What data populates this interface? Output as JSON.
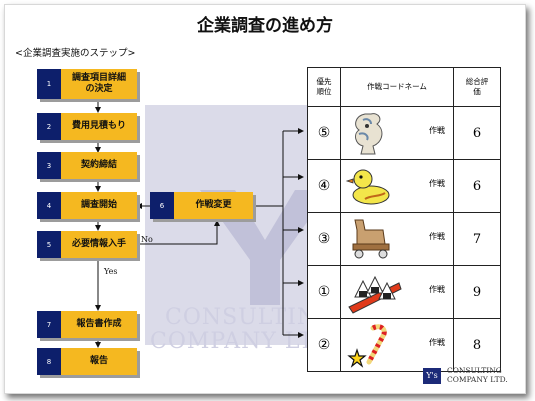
{
  "title": "企業調査の進め方",
  "subtitle": "<企業調査実施のステップ>",
  "steps": [
    {
      "num": "1",
      "label": "調査項目詳細の決定"
    },
    {
      "num": "2",
      "label": "費用見積もり"
    },
    {
      "num": "3",
      "label": "契約締結"
    },
    {
      "num": "4",
      "label": "調査開始"
    },
    {
      "num": "5",
      "label": "必要情報入手"
    },
    {
      "num": "6",
      "label": "作戦変更"
    },
    {
      "num": "7",
      "label": "報告書作成"
    },
    {
      "num": "8",
      "label": "報告"
    }
  ],
  "edge_no": "No",
  "edge_yes": "Yes",
  "table": {
    "headers": {
      "priority": "優先順位",
      "codename": "作戦コードネーム",
      "score": "総合評価"
    },
    "rows": [
      {
        "priority": "⑤",
        "codename": "作戦",
        "score": "6",
        "icon": "dragon-icon"
      },
      {
        "priority": "④",
        "codename": "作戦",
        "score": "6",
        "icon": "duck-icon"
      },
      {
        "priority": "③",
        "codename": "作戦",
        "score": "7",
        "icon": "trojan-horse-icon"
      },
      {
        "priority": "①",
        "codename": "作戦",
        "score": "9",
        "icon": "rice-balls-icon"
      },
      {
        "priority": "②",
        "codename": "作戦",
        "score": "8",
        "icon": "candy-cane-star-icon"
      }
    ]
  },
  "watermark": {
    "line1": "CONSULTING",
    "line2": "COMPANY LTD."
  },
  "logo": {
    "mark": "Y's",
    "line1": "CONSULTING",
    "line2": "COMPANY LTD."
  }
}
